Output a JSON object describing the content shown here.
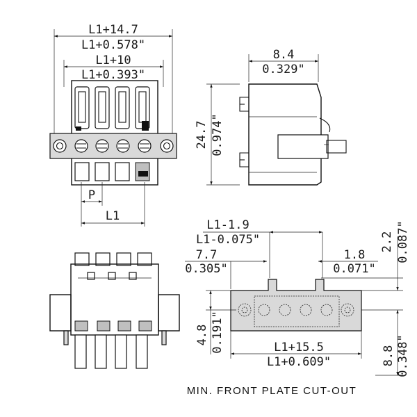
{
  "front_view": {
    "dim_overall_mm": "L1+14.7",
    "dim_overall_in": "L1+0.578\"",
    "dim_inner_mm": "L1+10",
    "dim_inner_in": "L1+0.393\"",
    "dim_pitch": "P",
    "dim_l1": "L1"
  },
  "side_view": {
    "dim_depth_mm": "8.4",
    "dim_depth_in": "0.329\"",
    "dim_height_mm": "24.7",
    "dim_height_in": "0.974\""
  },
  "cutout_view": {
    "dim_top_mm": "L1-1.9",
    "dim_top_in": "L1-0.075\"",
    "dim_left_mm": "7.7",
    "dim_left_in": "0.305\"",
    "dim_right_mm": "1.8",
    "dim_right_in": "0.071\"",
    "dim_tab_mm": "2.2",
    "dim_tab_in": "0.087\"",
    "dim_bottom_mm": "L1+15.5",
    "dim_bottom_in": "L1+0.609\"",
    "dim_left_height_mm": "4.8",
    "dim_left_height_in": "0.191\"",
    "dim_right_height_mm": "8.8",
    "dim_right_height_in": "0.348\"",
    "caption": "MIN. FRONT PLATE CUT-OUT"
  }
}
